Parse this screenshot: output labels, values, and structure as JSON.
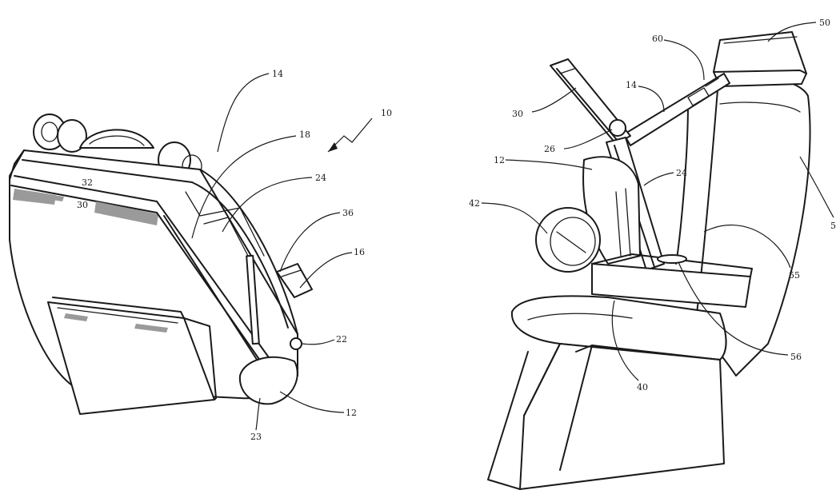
{
  "figure_left": {
    "labels": {
      "ref_14": "14",
      "ref_10": "10",
      "ref_18": "18",
      "ref_24": "24",
      "ref_36": "36",
      "ref_16": "16",
      "ref_22": "22",
      "ref_12": "12",
      "ref_23": "23",
      "ref_32": "32",
      "ref_30": "30"
    }
  },
  "figure_right": {
    "labels": {
      "ref_50": "50",
      "ref_60": "60",
      "ref_14": "14",
      "ref_30": "30",
      "ref_26": "26",
      "ref_12": "12",
      "ref_24": "24",
      "ref_42": "42",
      "ref_5": "5",
      "ref_55": "55",
      "ref_56": "56",
      "ref_40": "40"
    }
  }
}
